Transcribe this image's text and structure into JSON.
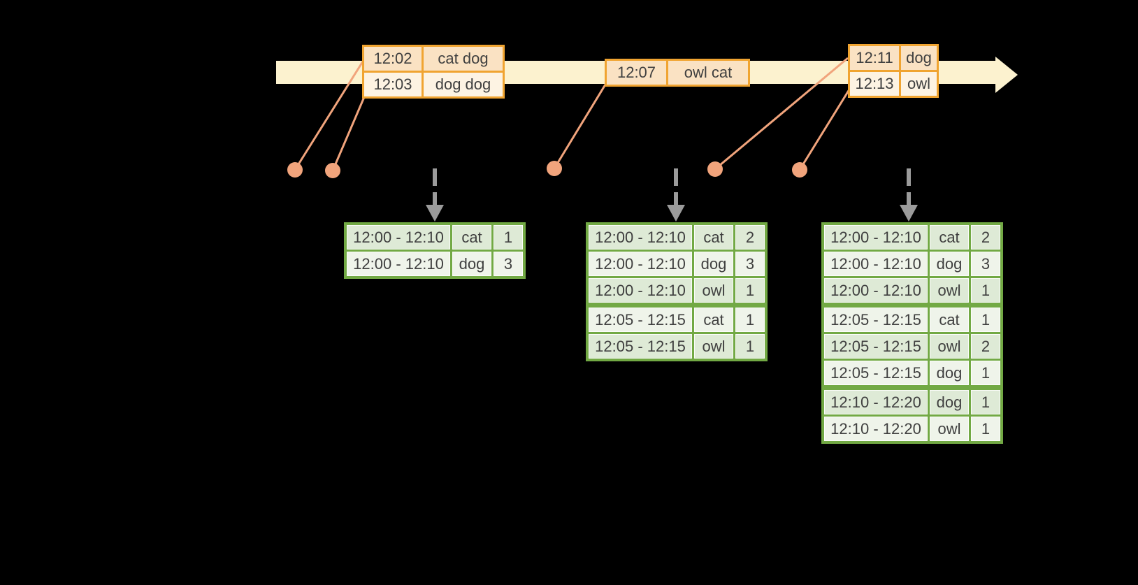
{
  "palette": {
    "background": "#000000",
    "timeline": "#FCF2CF",
    "event_border": "#F0A431",
    "event_cell_dark": "#FAE2C3",
    "event_cell_light": "#FDF3E3",
    "connector": "#F1A47C",
    "trigger_arrow": "#9B9B9B",
    "result_border": "#72A944",
    "result_cell_dark": "#DEEAD6",
    "result_cell_light": "#EFF4EA",
    "text": "#3F3F3F"
  },
  "event_groups": [
    {
      "rows": [
        {
          "time": "12:02",
          "words": "cat dog"
        },
        {
          "time": "12:03",
          "words": "dog dog"
        }
      ]
    },
    {
      "rows": [
        {
          "time": "12:07",
          "words": "owl cat"
        }
      ]
    },
    {
      "rows": [
        {
          "time": "12:11",
          "words": "dog"
        },
        {
          "time": "12:13",
          "words": "owl"
        }
      ]
    }
  ],
  "result_tables": [
    {
      "rows": [
        {
          "window": "12:00 - 12:10",
          "word": "cat",
          "count": 1
        },
        {
          "window": "12:00 - 12:10",
          "word": "dog",
          "count": 3
        }
      ]
    },
    {
      "rows": [
        {
          "window": "12:00 - 12:10",
          "word": "cat",
          "count": 2
        },
        {
          "window": "12:00 - 12:10",
          "word": "dog",
          "count": 3
        },
        {
          "window": "12:00 - 12:10",
          "word": "owl",
          "count": 1
        },
        {
          "window": "12:05 - 12:15",
          "word": "cat",
          "count": 1
        },
        {
          "window": "12:05 - 12:15",
          "word": "owl",
          "count": 1
        }
      ]
    },
    {
      "rows": [
        {
          "window": "12:00 - 12:10",
          "word": "cat",
          "count": 2
        },
        {
          "window": "12:00 - 12:10",
          "word": "dog",
          "count": 3
        },
        {
          "window": "12:00 - 12:10",
          "word": "owl",
          "count": 1
        },
        {
          "window": "12:05 - 12:15",
          "word": "cat",
          "count": 1
        },
        {
          "window": "12:05 - 12:15",
          "word": "owl",
          "count": 2
        },
        {
          "window": "12:05 - 12:15",
          "word": "dog",
          "count": 1
        },
        {
          "window": "12:10 - 12:20",
          "word": "dog",
          "count": 1
        },
        {
          "window": "12:10 - 12:20",
          "word": "owl",
          "count": 1
        }
      ]
    }
  ]
}
